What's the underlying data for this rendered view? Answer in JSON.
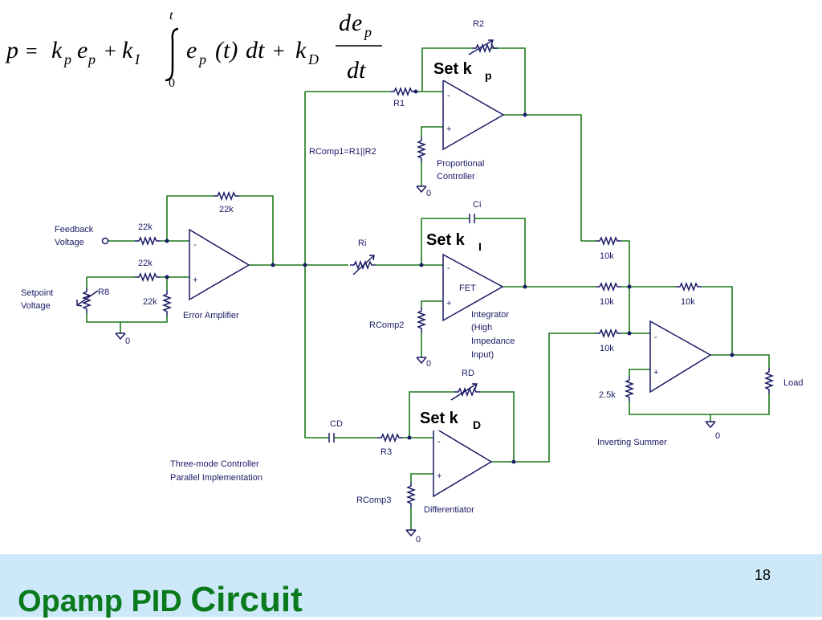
{
  "slide": {
    "title_part1": "Opamp PID ",
    "title_part2": "Circuit",
    "page_number": "18"
  },
  "equation": {
    "lhs": "p",
    "equals": "=",
    "k": "k",
    "p_sub": "p",
    "e": "e",
    "plus": "+",
    "I_sub": "I",
    "D_sub": "D",
    "integral_upper": "t",
    "integral_lower": "0",
    "paren_t": "(t)",
    "dt": "dt",
    "d": "d"
  },
  "set_labels": {
    "set_text": "Set k",
    "kp_sub": "p",
    "ki_sub": "I",
    "kd_sub": "D"
  },
  "components": {
    "r2": "R2",
    "r1": "R1",
    "rcomp1": "RComp1=R1||R2",
    "prop_line1": "Proportional",
    "prop_line2": "Controller",
    "ground": "0",
    "r22k_top": "22k",
    "feedback_line1": "Feedback",
    "feedback_line2": "Voltage",
    "r22k_in1": "22k",
    "r22k_in2": "22k",
    "r22k_shunt": "22k",
    "setpoint_line1": "Setpoint",
    "setpoint_line2": "Voltage",
    "r8": "R8",
    "error_amp": "Error Amplifier",
    "ri": "Ri",
    "ci": "Ci",
    "fet": "FET",
    "rcomp2": "RComp2",
    "integ_line1": "Integrator",
    "integ_line2": "(High",
    "integ_line3": "Impedance",
    "integ_line4": "Input)",
    "r10k_1": "10k",
    "r10k_2": "10k",
    "r10k_3": "10k",
    "r10k_fb": "10k",
    "r2_5k": "2.5k",
    "load": "Load",
    "summer": "Inverting Summer",
    "cd": "CD",
    "r3": "R3",
    "rd": "RD",
    "rcomp3": "RComp3",
    "diff": "Differentiator",
    "caption_line1": "Three-mode Controller",
    "caption_line2": "Parallel Implementation",
    "minus": "-",
    "plus": "+"
  },
  "colors": {
    "wire": "#1c7a1c",
    "component": "#1a1a66",
    "title": "#0a7a1d",
    "footer_bg": "#cde9f9"
  }
}
